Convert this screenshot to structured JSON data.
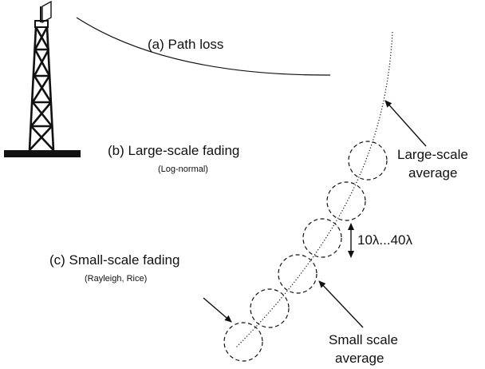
{
  "labels": {
    "path_loss": "(a) Path loss",
    "large_scale_fading": "(b) Large-scale fading",
    "large_scale_fading_note": "(Log-normal)",
    "small_scale_fading": "(c) Small-scale fading",
    "small_scale_fading_note": "(Rayleigh, Rice)",
    "large_scale_average_1": "Large-scale",
    "large_scale_average_2": "average",
    "small_scale_average_1": "Small scale",
    "small_scale_average_2": "average",
    "spacing": "10λ...40λ"
  },
  "colors": {
    "line": "#111111",
    "ground": "#111111"
  },
  "icons": {
    "tower": "transmitter-tower-icon",
    "antenna": "antenna-icon"
  }
}
